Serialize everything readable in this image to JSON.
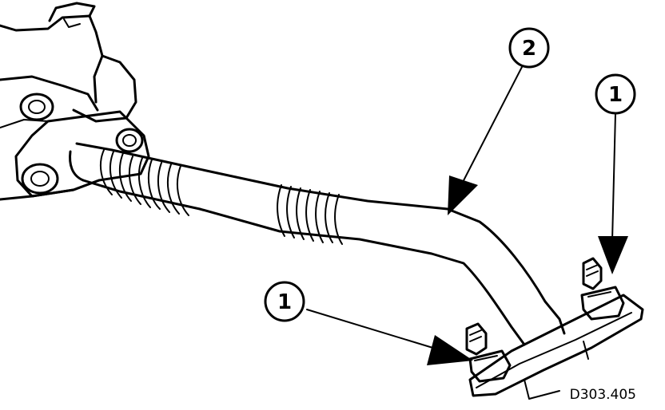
{
  "callouts": [
    {
      "id": "callout-2",
      "label": "2"
    },
    {
      "id": "callout-1-right",
      "label": "1"
    },
    {
      "id": "callout-1-left",
      "label": "1"
    }
  ],
  "figure_ref": "D303.405",
  "colors": {
    "ink": "#000000",
    "paper": "#ffffff"
  }
}
